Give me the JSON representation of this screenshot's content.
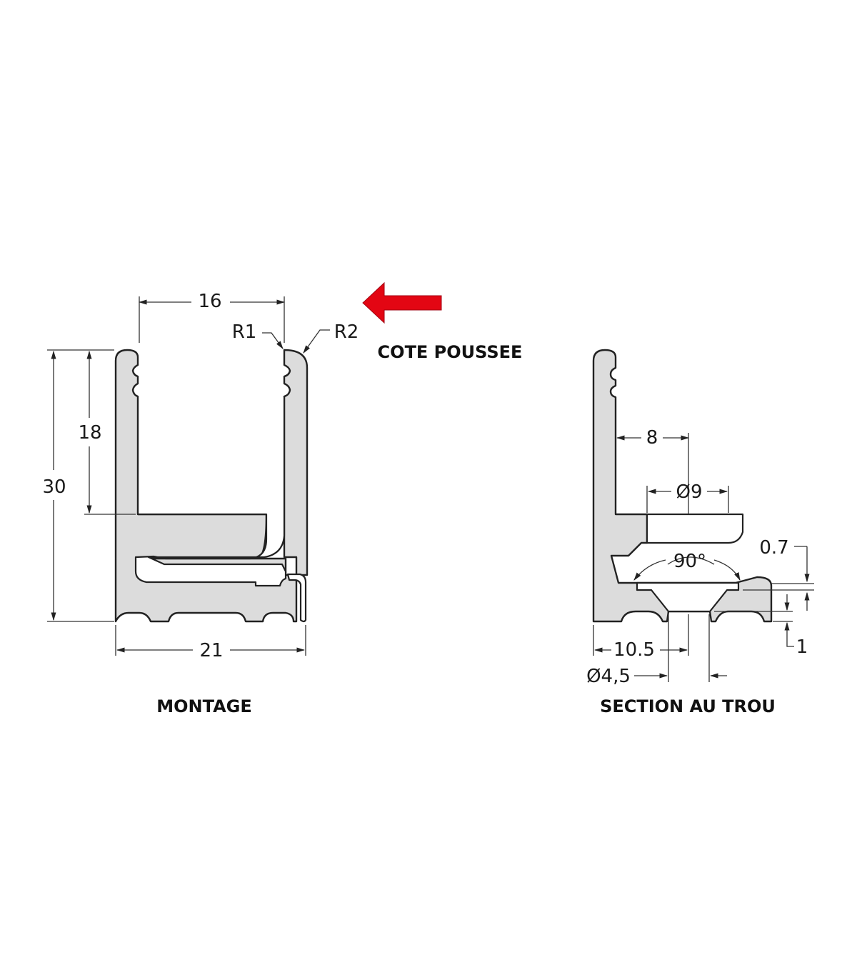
{
  "colors": {
    "profile_fill": "#dcdcdc",
    "outline": "#222222",
    "push_arrow": "#e30613"
  },
  "montage": {
    "caption": "MONTAGE",
    "dims": {
      "width_inner": "16",
      "height_total": "30",
      "height_inner": "18",
      "width_total": "21",
      "radius_1": "R1",
      "radius_2": "R2"
    }
  },
  "push_side": {
    "label": "COTE POUSSEE",
    "icon": "left-arrow-icon"
  },
  "section": {
    "caption": "SECTION AU TROU",
    "dims": {
      "offset_8": "8",
      "dia_9": "Ø9",
      "angle": "90°",
      "depth_07": "0.7",
      "offset_105": "10.5",
      "dia_45": "Ø4,5",
      "thickness_1": "1"
    }
  }
}
